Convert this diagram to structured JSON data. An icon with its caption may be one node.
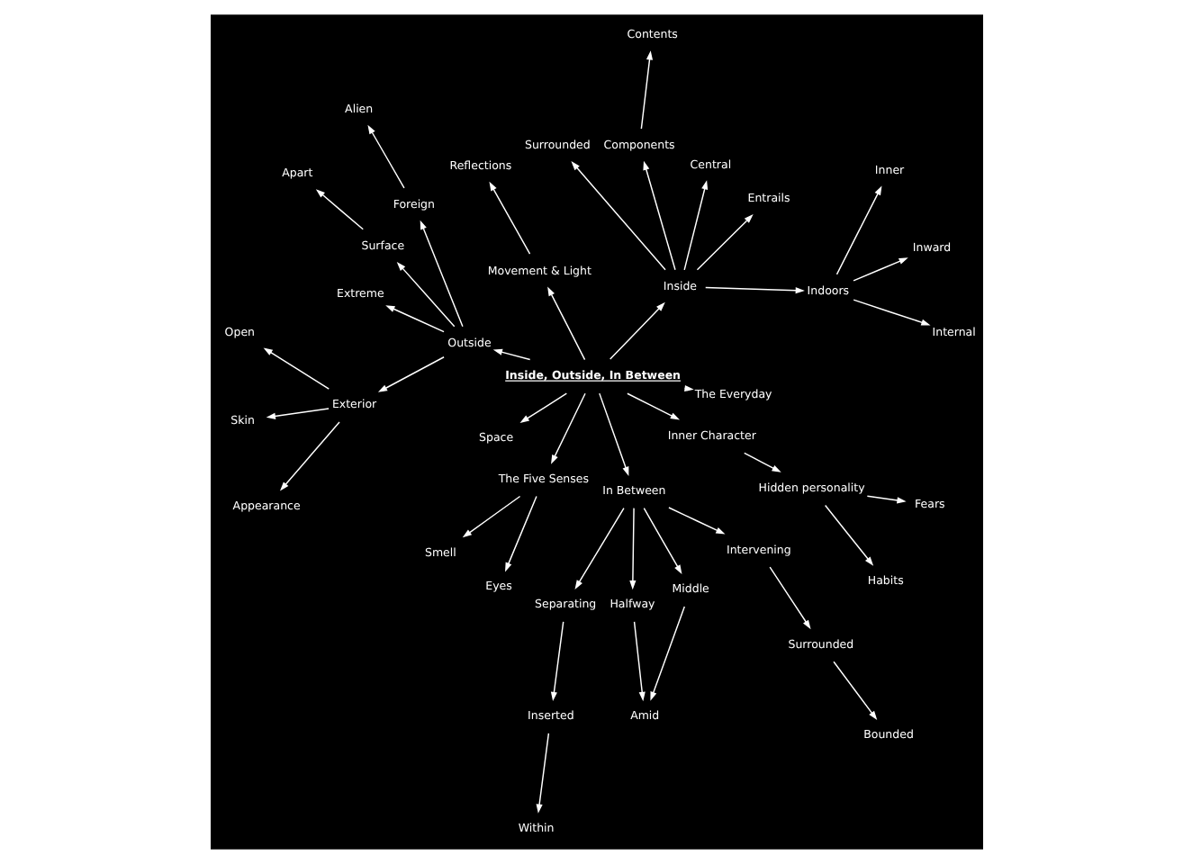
{
  "diagram": {
    "nodes": [
      {
        "text": [
          "Inside, Outside, In Between"
        ]
      },
      {
        "text": [
          "Inside"
        ]
      },
      {
        "text": [
          "Indoors"
        ]
      },
      {
        "text": [
          "Internal"
        ]
      },
      {
        "text": [
          "Inward"
        ]
      },
      {
        "text": [
          "Inner"
        ]
      },
      {
        "text": [
          "Entrails"
        ]
      },
      {
        "text": [
          "Central"
        ]
      },
      {
        "text": [
          "Components"
        ]
      },
      {
        "text": [
          "Contents"
        ]
      },
      {
        "text": [
          "Surrounded"
        ]
      },
      {
        "text": [
          "Movement & Light"
        ]
      },
      {
        "text": [
          "Reflections"
        ]
      },
      {
        "text": [
          "Outside"
        ]
      },
      {
        "text": [
          "Foreign"
        ]
      },
      {
        "text": [
          "Alien"
        ]
      },
      {
        "text": [
          "Surface"
        ]
      },
      {
        "text": [
          "Apart"
        ]
      },
      {
        "text": [
          "Extreme"
        ]
      },
      {
        "text": [
          "Exterior"
        ]
      },
      {
        "text": [
          "Open"
        ]
      },
      {
        "text": [
          "Skin"
        ]
      },
      {
        "text": [
          "Appearance"
        ]
      },
      {
        "text": [
          "Space"
        ]
      },
      {
        "text": [
          "The Five Senses"
        ]
      },
      {
        "text": [
          "Smell"
        ]
      },
      {
        "text": [
          "Eyes"
        ]
      },
      {
        "text": [
          "In Between"
        ]
      },
      {
        "text": [
          "Separating"
        ]
      },
      {
        "text": [
          "Inserted"
        ]
      },
      {
        "text": [
          "Within"
        ]
      },
      {
        "text": [
          "Halfway"
        ]
      },
      {
        "text": [
          "Middle"
        ]
      },
      {
        "text": [
          "Amid"
        ]
      },
      {
        "text": [
          "Intervening"
        ]
      },
      {
        "text": [
          "Surrounded"
        ]
      },
      {
        "text": [
          "Bounded"
        ]
      },
      {
        "text": [
          "Inner Character"
        ]
      },
      {
        "text": [
          "Hidden personality"
        ]
      },
      {
        "text": [
          "Habits"
        ]
      },
      {
        "text": [
          "Fears"
        ]
      },
      {
        "text": [
          "The Everyday"
        ]
      }
    ],
    "edges": [
      {
        "from": 0,
        "to": 1,
        "arrow": "to"
      },
      {
        "from": 1,
        "to": 2,
        "arrow": "to"
      },
      {
        "from": 2,
        "to": 3,
        "arrow": "to"
      },
      {
        "from": 2,
        "to": 4,
        "arrow": "to"
      },
      {
        "from": 2,
        "to": 5,
        "arrow": "to"
      },
      {
        "from": 1,
        "to": 6,
        "arrow": "to"
      },
      {
        "from": 1,
        "to": 7,
        "arrow": "to"
      },
      {
        "from": 1,
        "to": 8,
        "arrow": "to"
      },
      {
        "from": 8,
        "to": 9,
        "arrow": "to"
      },
      {
        "from": 1,
        "to": 10,
        "arrow": "to"
      },
      {
        "from": 0,
        "to": 11,
        "arrow": "to"
      },
      {
        "from": 11,
        "to": 12,
        "arrow": "to"
      },
      {
        "from": 0,
        "to": 13,
        "arrow": "to"
      },
      {
        "from": 13,
        "to": 14,
        "arrow": "to"
      },
      {
        "from": 14,
        "to": 15,
        "arrow": "to"
      },
      {
        "from": 13,
        "to": 16,
        "arrow": "to"
      },
      {
        "from": 16,
        "to": 17,
        "arrow": "to"
      },
      {
        "from": 13,
        "to": 18,
        "arrow": "to"
      },
      {
        "from": 13,
        "to": 19,
        "arrow": "to"
      },
      {
        "from": 19,
        "to": 20,
        "arrow": "to"
      },
      {
        "from": 19,
        "to": 21,
        "arrow": "to"
      },
      {
        "from": 19,
        "to": 22,
        "arrow": "to"
      },
      {
        "from": 0,
        "to": 23,
        "arrow": "to"
      },
      {
        "from": 0,
        "to": 24,
        "arrow": "to"
      },
      {
        "from": 24,
        "to": 25,
        "arrow": "to"
      },
      {
        "from": 24,
        "to": 26,
        "arrow": "to"
      },
      {
        "from": 0,
        "to": 27,
        "arrow": "to"
      },
      {
        "from": 27,
        "to": 28,
        "arrow": "to"
      },
      {
        "from": 28,
        "to": 29,
        "arrow": "to"
      },
      {
        "from": 29,
        "to": 30,
        "arrow": "to"
      },
      {
        "from": 27,
        "to": 31,
        "arrow": "to"
      },
      {
        "from": 27,
        "to": 32,
        "arrow": "to"
      },
      {
        "from": 31,
        "to": 33,
        "arrow": "to"
      },
      {
        "from": 32,
        "to": 33,
        "arrow": "to"
      },
      {
        "from": 27,
        "to": 34,
        "arrow": "to"
      },
      {
        "from": 34,
        "to": 35,
        "arrow": "to"
      },
      {
        "from": 35,
        "to": 36,
        "arrow": "to"
      },
      {
        "from": 0,
        "to": 37,
        "arrow": "to"
      },
      {
        "from": 37,
        "to": 38,
        "arrow": "to"
      },
      {
        "from": 38,
        "to": 39,
        "arrow": "to"
      },
      {
        "from": 38,
        "to": 40,
        "arrow": "to"
      },
      {
        "from": 0,
        "to": 41,
        "arrow": "to"
      }
    ]
  }
}
